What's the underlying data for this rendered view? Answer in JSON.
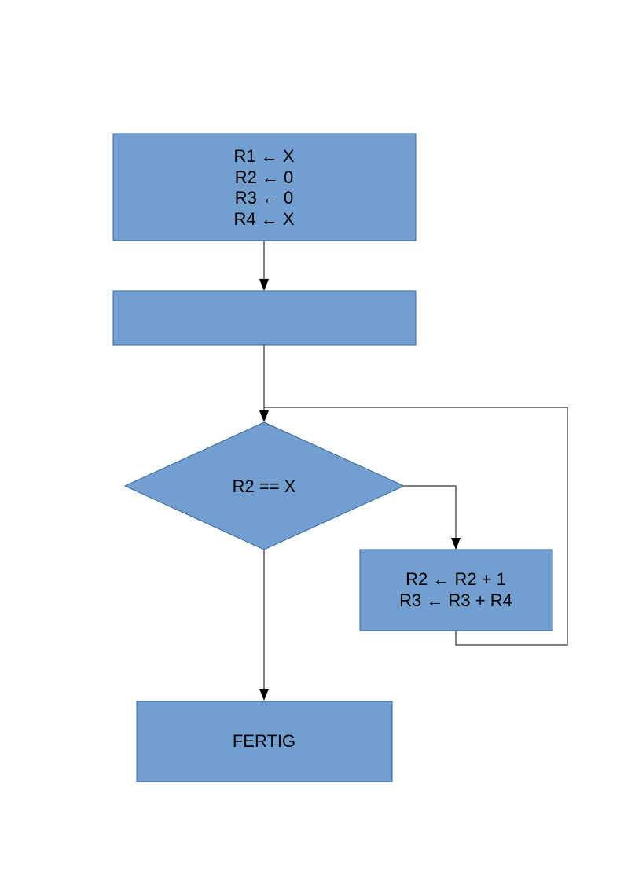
{
  "diagram": {
    "colors": {
      "node_fill": "#729fcf",
      "node_border": "#3465a4",
      "edge": "#000000"
    },
    "init_box": {
      "lines": [
        "R1 ← X",
        "R2 ← 0",
        "R3 ← 0",
        "R4 ← X"
      ]
    },
    "empty_box": {
      "lines": []
    },
    "decision": {
      "label": "R2 == X"
    },
    "loop_box": {
      "lines": [
        "R2 ← R2 + 1",
        "R3 ← R3 + R4"
      ]
    },
    "end_box": {
      "label": "FERTIG"
    }
  }
}
